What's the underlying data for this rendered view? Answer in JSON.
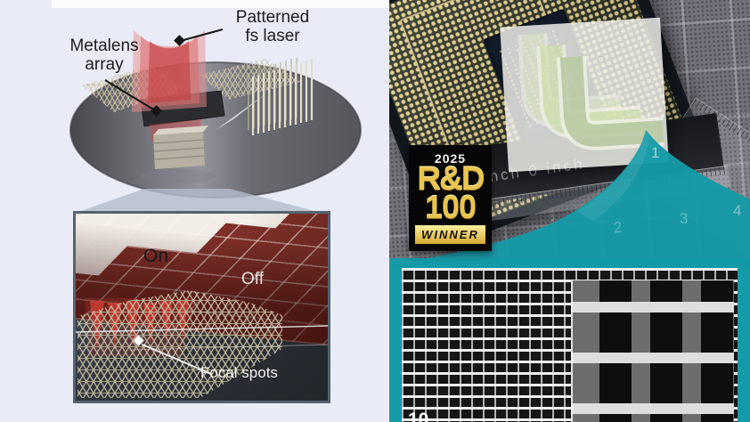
{
  "left_panel": {
    "labels": {
      "laser_line1": "Patterned",
      "laser_line2": "fs laser",
      "metalens_line1": "Metalens",
      "metalens_line2": "array"
    },
    "inset": {
      "on": "On",
      "off": "Off",
      "focal_spots": "Focal spots"
    }
  },
  "right_panel": {
    "badge": {
      "year": "2025",
      "title_rd": "R&D",
      "title_100": "100",
      "winner": "WINNER"
    },
    "ruler": {
      "text": "nch 0 inch",
      "numbers": [
        "1",
        "2",
        "3",
        "4"
      ]
    },
    "sem": {
      "scale_partial": "10"
    }
  },
  "colors": {
    "background": "#e9ebf6",
    "teal_accent": "#159aa7",
    "badge_gold": "#e9c44f",
    "laser_red": "#d95c5c",
    "tile_red": "#7e2f28",
    "tile_white": "#f3ede7"
  }
}
